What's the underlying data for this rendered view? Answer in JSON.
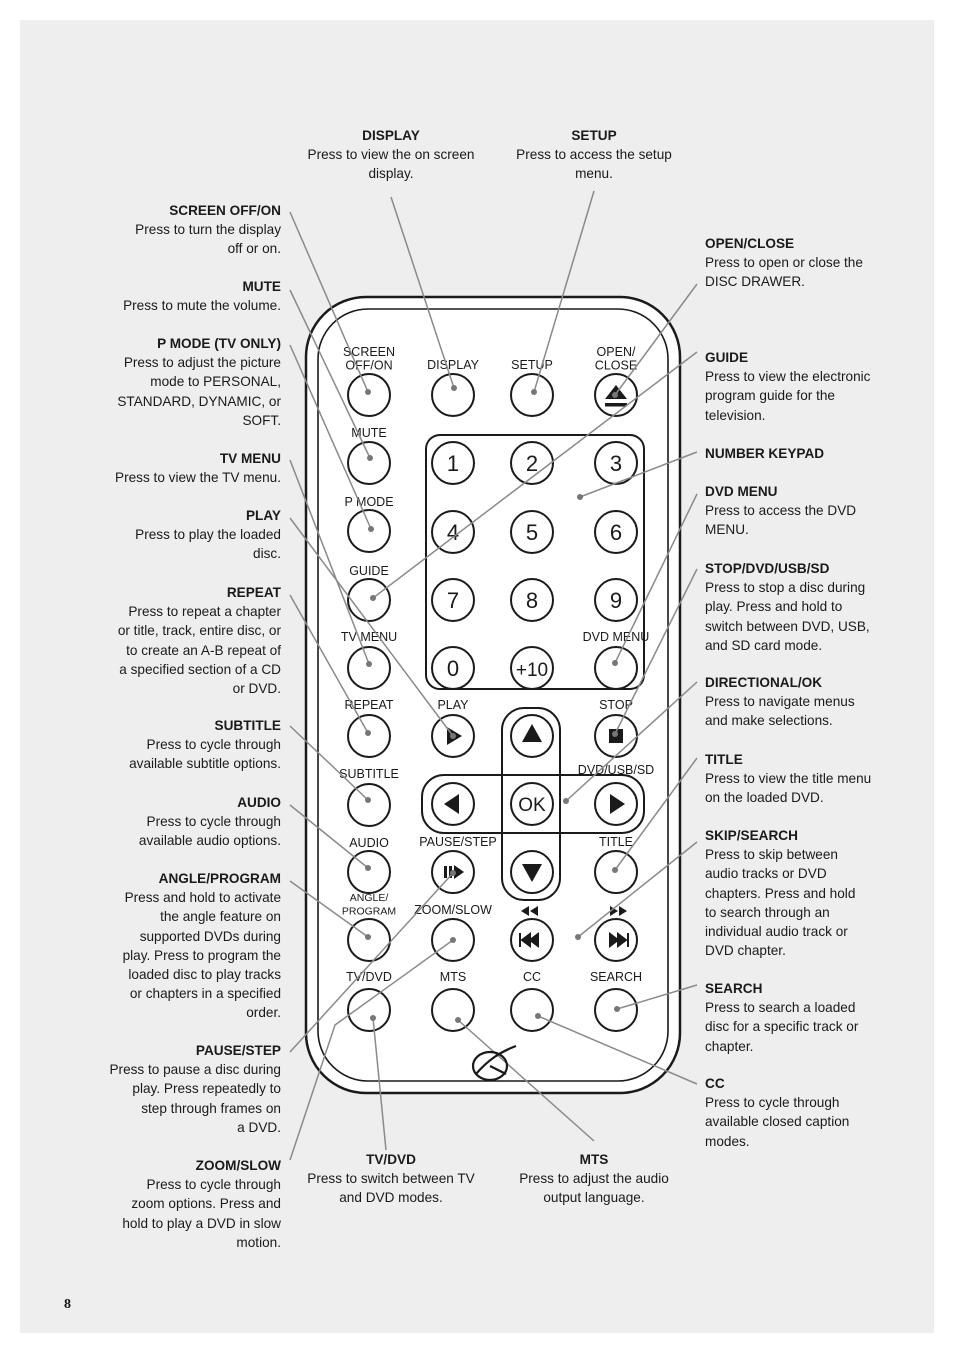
{
  "page_number": "8",
  "remote": {
    "brand_logo": "gpx-logo",
    "buttons": {
      "screen": "SCREEN\nOFF/ON",
      "display": "DISPLAY",
      "setup": "SETUP",
      "open_close": "OPEN/\nCLOSE",
      "mute": "MUTE",
      "pmode": "P MODE",
      "guide": "GUIDE",
      "tvmenu": "TV MENU",
      "dvdmenu": "DVD MENU",
      "repeat": "REPEAT",
      "play": "PLAY",
      "stop": "STOP",
      "subtitle": "SUBTITLE",
      "dvdusb": "DVD/USB/SD",
      "audio": "AUDIO",
      "pausestep": "PAUSE/STEP",
      "title": "TITLE",
      "angle": "ANGLE/\nPROGRAM",
      "zoom": "ZOOM/SLOW",
      "tvdvd": "TV/DVD",
      "mts": "MTS",
      "cc": "CC",
      "search": "SEARCH",
      "ok": "OK"
    },
    "keypad": [
      "1",
      "2",
      "3",
      "4",
      "5",
      "6",
      "7",
      "8",
      "9",
      "0",
      "+10"
    ]
  },
  "callouts": {
    "display": {
      "title": "DISPLAY",
      "desc": "Press to view the on screen\ndisplay."
    },
    "setup": {
      "title": "SETUP",
      "desc": "Press to access the setup\nmenu."
    },
    "screen": {
      "title": "SCREEN OFF/ON",
      "desc": "Press to turn the display\noff or on."
    },
    "mute": {
      "title": "MUTE",
      "desc": "Press to mute the volume."
    },
    "pmode": {
      "title": "P MODE (TV ONLY)",
      "desc": "Press to adjust the picture\nmode to PERSONAL,\nSTANDARD, DYNAMIC, or\nSOFT."
    },
    "tvmenu": {
      "title": "TV MENU",
      "desc": "Press to view the TV menu."
    },
    "play": {
      "title": "PLAY",
      "desc": "Press to play the loaded\ndisc."
    },
    "repeat": {
      "title": "REPEAT",
      "desc": "Press to repeat a chapter\nor title, track, entire disc, or\nto create an A-B repeat of\na specified section of a CD\nor DVD."
    },
    "subtitle": {
      "title": "SUBTITLE",
      "desc": "Press to cycle through\navailable subtitle options."
    },
    "audio": {
      "title": "AUDIO",
      "desc": "Press to cycle through\navailable audio options."
    },
    "angle": {
      "title": "ANGLE/PROGRAM",
      "desc": "Press and hold to activate\nthe angle feature on\nsupported DVDs during\nplay. Press to program the\nloaded disc to play tracks\nor chapters in a specified\norder."
    },
    "pausestep": {
      "title": "PAUSE/STEP",
      "desc": "Press to pause a disc during\nplay. Press repeatedly to\nstep through frames on\na DVD."
    },
    "zoom": {
      "title": "ZOOM/SLOW",
      "desc": "Press to cycle through\nzoom options.  Press and\nhold to play a DVD in slow\nmotion."
    },
    "tvdvd": {
      "title": "TV/DVD",
      "desc": "Press to switch between TV\nand DVD modes."
    },
    "mts": {
      "title": "MTS",
      "desc": "Press to adjust the audio\noutput language."
    },
    "openclose": {
      "title": "OPEN/CLOSE",
      "desc": "Press to open or close the\nDISC DRAWER."
    },
    "guide": {
      "title": "GUIDE",
      "desc": "Press to view the electronic\nprogram guide for the\ntelevision."
    },
    "keypad": {
      "title": "NUMBER KEYPAD",
      "desc": ""
    },
    "dvdmenu": {
      "title": "DVD MENU",
      "desc": "Press to access the DVD\nMENU."
    },
    "stop": {
      "title": "STOP/DVD/USB/SD",
      "desc": "Press to stop a disc during\nplay. Press and hold to\nswitch between DVD, USB,\nand SD card mode."
    },
    "dirok": {
      "title": "DIRECTIONAL/OK",
      "desc": "Press to navigate menus\nand make selections."
    },
    "title": {
      "title": "TITLE",
      "desc": "Press to view the title menu\non the loaded DVD."
    },
    "skip": {
      "title": "SKIP/SEARCH",
      "desc": "Press to skip between\naudio tracks or DVD\nchapters. Press and hold\nto search through an\nindividual audio track or\nDVD chapter."
    },
    "search": {
      "title": "SEARCH",
      "desc": "Press to search a loaded\ndisc for a specific track or\nchapter."
    },
    "cc": {
      "title": "CC",
      "desc": "Press to cycle through\navailable closed caption\nmodes."
    }
  }
}
